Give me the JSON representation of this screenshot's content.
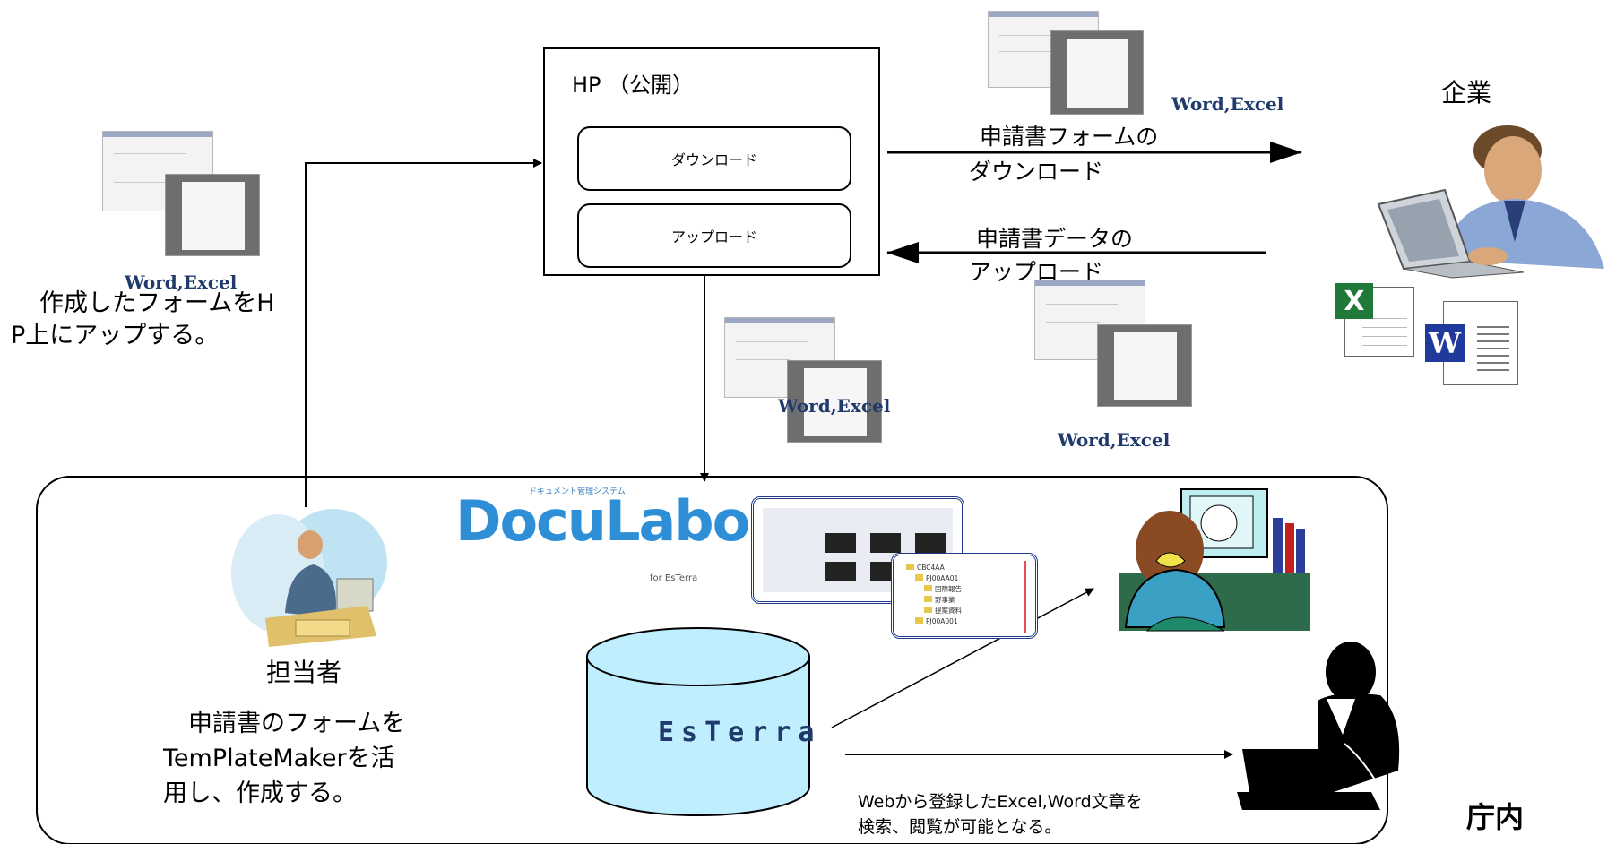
{
  "hp": {
    "title": "HP （公開）",
    "download_label": "ダウンロード",
    "upload_label": "アップロード"
  },
  "left": {
    "file_label": "Word,Excel",
    "text_line1": "作成したフォームをH",
    "text_line2": "P上にアップする。"
  },
  "top_right_file_label": "Word,Excel",
  "middle_file_label": "Word,Excel",
  "right_file_label": "Word,Excel",
  "company": {
    "label": "企業"
  },
  "arrows": {
    "download_line1": "申請書フォームの",
    "download_line2": "ダウンロード",
    "upload_line1": "申請書データの",
    "upload_line2": "アップロード"
  },
  "office": {
    "label": "庁内",
    "staff_label": "担当者",
    "staff_text_line1": "申請書のフォームを",
    "staff_text_line2": "TemPlateMakerを活",
    "staff_text_line3": "用し、作成する。",
    "db_label": "EsTerra",
    "search_text_line1": "Webから登録したExcel,Word文章を",
    "search_text_line2": "検索、閲覧が可能となる。"
  },
  "logo": {
    "name": "DocuLabo",
    "tagline": "for EsTerra"
  },
  "folder_tree": [
    "CBC4AA",
    "PJ00AA01",
    "国際報告",
    "野事業",
    "提案資料",
    "PJ00A001"
  ]
}
